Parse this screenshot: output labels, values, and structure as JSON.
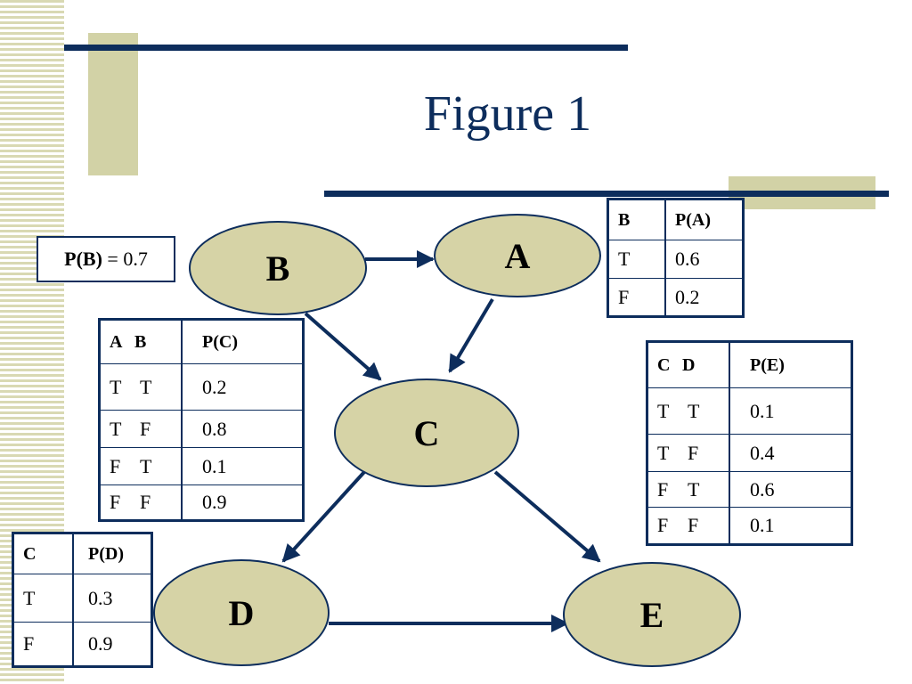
{
  "title": "Figure 1",
  "colors": {
    "navy": "#0d2d5c",
    "node_fill": "#d6d3a6",
    "accent": "#d2d2a6"
  },
  "nodes": {
    "A": "A",
    "B": "B",
    "C": "C",
    "D": "D",
    "E": "E"
  },
  "prior_b": {
    "label": "P(B)",
    "eq": " = 0.7"
  },
  "cpt_a": {
    "headers": [
      "B",
      "P(A)"
    ],
    "rows": [
      [
        "T",
        "0.6"
      ],
      [
        "F",
        "0.2"
      ]
    ]
  },
  "cpt_c": {
    "headers": [
      "A",
      "B",
      "P(C)"
    ],
    "rows": [
      [
        "T",
        "T",
        "0.2"
      ],
      [
        "T",
        "F",
        "0.8"
      ],
      [
        "F",
        "T",
        "0.1"
      ],
      [
        "F",
        "F",
        "0.9"
      ]
    ]
  },
  "cpt_d": {
    "headers": [
      "C",
      "P(D)"
    ],
    "rows": [
      [
        "T",
        "0.3"
      ],
      [
        "F",
        "0.9"
      ]
    ]
  },
  "cpt_e": {
    "headers": [
      "C",
      "D",
      "P(E)"
    ],
    "rows": [
      [
        "T",
        "T",
        "0.1"
      ],
      [
        "T",
        "F",
        "0.4"
      ],
      [
        "F",
        "T",
        "0.6"
      ],
      [
        "F",
        "F",
        "0.1"
      ]
    ]
  }
}
